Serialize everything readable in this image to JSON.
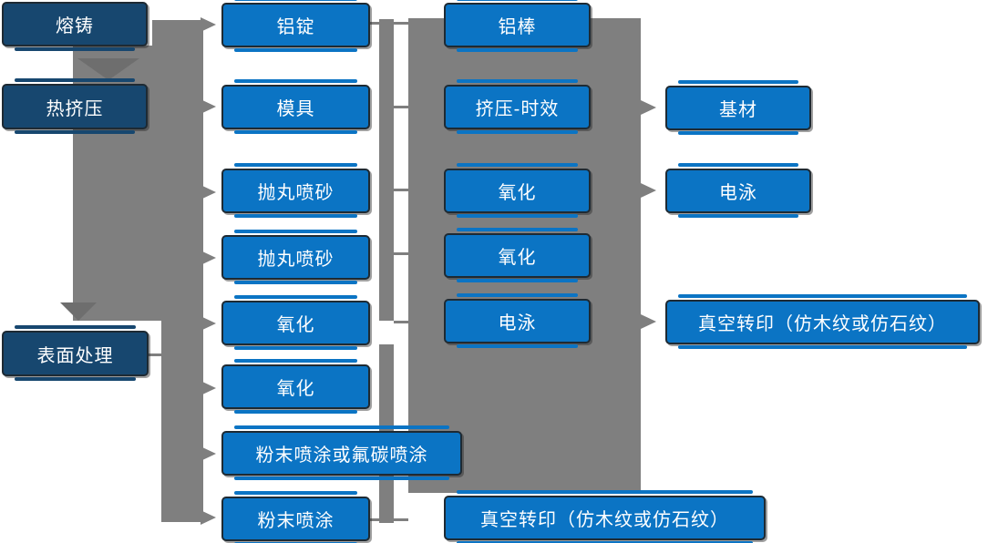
{
  "diagram": {
    "title": "aluminum-profile-production-flow",
    "colors": {
      "process_box_fill": "#0b74c4",
      "stage_box_fill": "#17476f",
      "connector_gray": "#7f7f7f",
      "box_border": "#1e2a33",
      "text": "#ffffff"
    },
    "columns": {
      "stages": [
        "熔铸",
        "热挤压",
        "表面处理"
      ],
      "column2": [
        "铝锭",
        "模具",
        "抛丸喷砂",
        "抛丸喷砂",
        "氧化",
        "氧化",
        "粉末喷涂或氟碳喷涂",
        "粉末喷涂"
      ],
      "column3": [
        "铝棒",
        "挤压-时效",
        "氧化",
        "氧化",
        "电泳",
        "真空转印（仿木纹或仿石纹）"
      ],
      "column4": [
        "基材",
        "电泳",
        "真空转印（仿木纹或仿石纹）"
      ]
    }
  },
  "nodes": [
    {
      "id": "stage-melting",
      "label": "熔铸"
    },
    {
      "id": "stage-hot-extrusion",
      "label": "热挤压"
    },
    {
      "id": "stage-surface-treat",
      "label": "表面处理"
    },
    {
      "id": "aluminum-ingot",
      "label": "铝锭"
    },
    {
      "id": "mold",
      "label": "模具"
    },
    {
      "id": "shot-blast-1",
      "label": "抛丸喷砂"
    },
    {
      "id": "shot-blast-2",
      "label": "抛丸喷砂"
    },
    {
      "id": "oxidation-c2-1",
      "label": "氧化"
    },
    {
      "id": "oxidation-c2-2",
      "label": "氧化"
    },
    {
      "id": "powder-or-fluorocarbon",
      "label": "粉末喷涂或氟碳喷涂"
    },
    {
      "id": "powder-coating",
      "label": "粉末喷涂"
    },
    {
      "id": "aluminum-rod",
      "label": "铝棒"
    },
    {
      "id": "extrusion-aging",
      "label": "挤压-时效"
    },
    {
      "id": "oxidation-c3-1",
      "label": "氧化"
    },
    {
      "id": "oxidation-c3-2",
      "label": "氧化"
    },
    {
      "id": "electrophoresis-c3",
      "label": "电泳"
    },
    {
      "id": "vacuum-transfer-c3",
      "label": "真空转印（仿木纹或仿石纹）"
    },
    {
      "id": "base-material",
      "label": "基材"
    },
    {
      "id": "electrophoresis-c4",
      "label": "电泳"
    },
    {
      "id": "vacuum-transfer-c4",
      "label": "真空转印（仿木纹或仿石纹）"
    }
  ]
}
